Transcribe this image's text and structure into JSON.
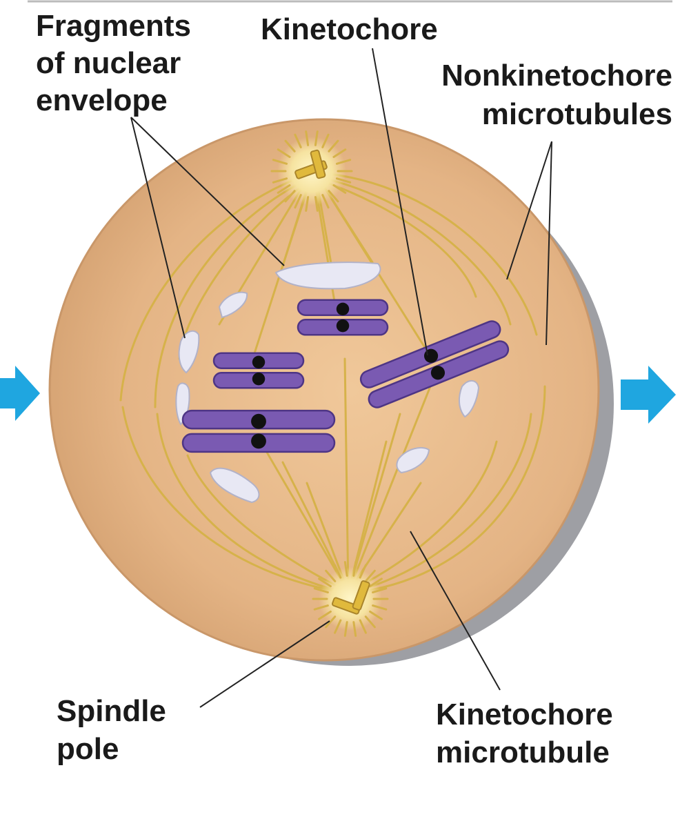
{
  "labels": {
    "fragments": [
      "Fragments",
      "of nuclear",
      "envelope"
    ],
    "kinetochore": "Kinetochore",
    "nonkinetochore": [
      "Nonkinetochore",
      "microtubules"
    ],
    "spindle_pole": [
      "Spindle",
      "pole"
    ],
    "kinetochore_microtubule": [
      "Kinetochore",
      "microtubule"
    ]
  },
  "colors": {
    "cell_fill": "#e7b98c",
    "cell_edge": "#c99769",
    "shadow": "#9e9fa4",
    "microtubule": "#d6b24a",
    "chromosome": "#7a5ab2",
    "chromosome_dark": "#4e3585",
    "envelope_fragment": "#e8e8f4",
    "arrow": "#1fa6e0",
    "leader_line": "#222222"
  },
  "icons": {
    "left": "arrow-right-icon",
    "right": "arrow-right-icon"
  }
}
